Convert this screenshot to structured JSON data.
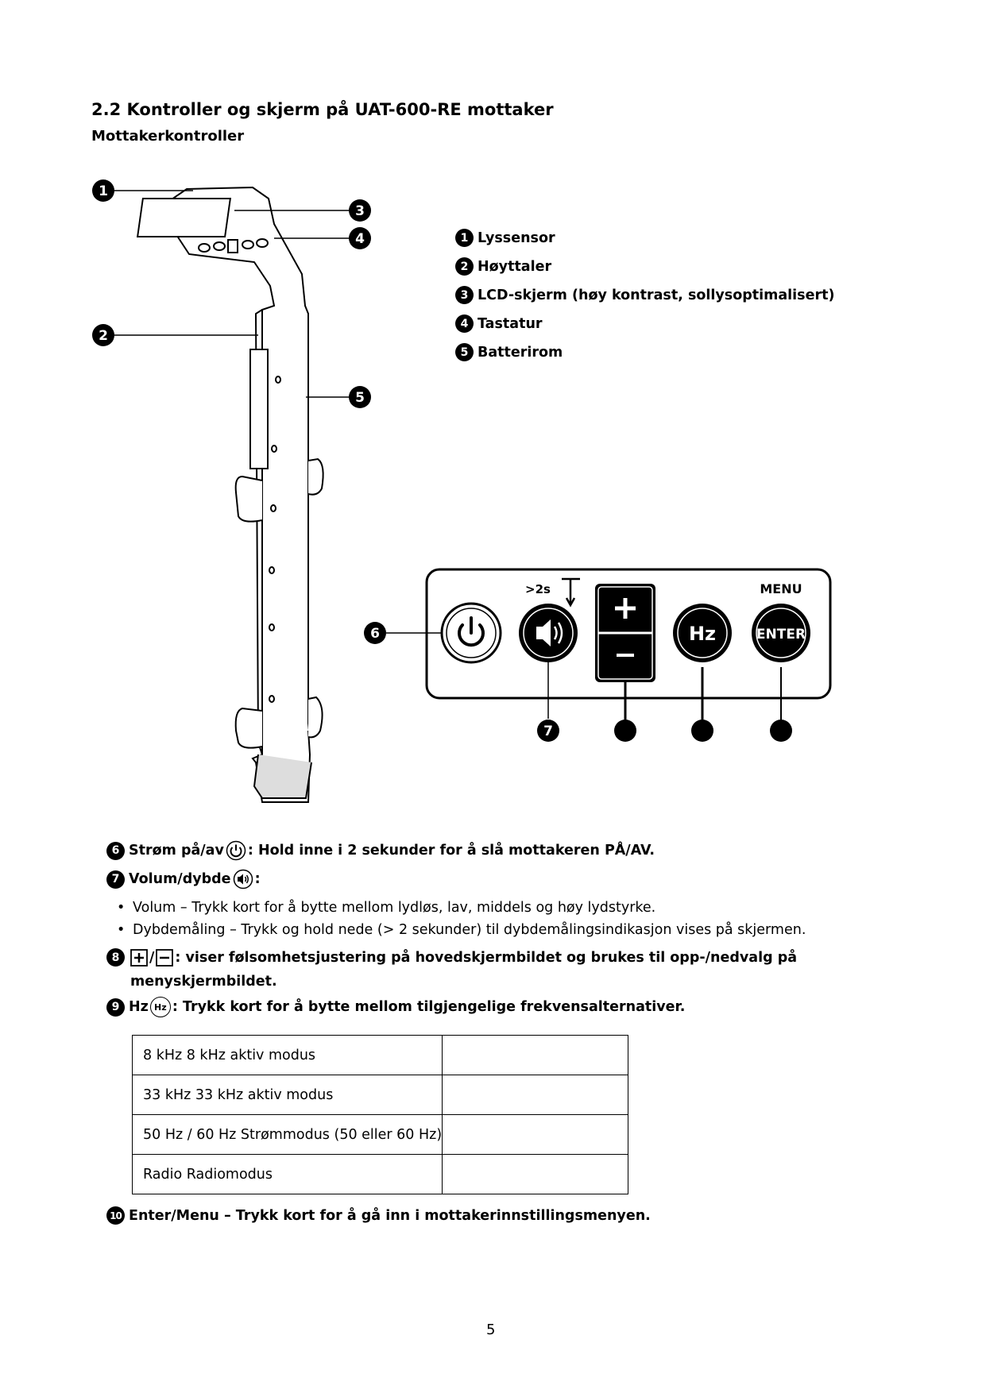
{
  "heading": "2.2 Kontroller og skjerm på UAT-600-RE mottaker",
  "subheading": "Mottakerkontroller",
  "callout_numbers": [
    "1",
    "2",
    "3",
    "4",
    "5",
    "6",
    "7"
  ],
  "legend": [
    {
      "num": "1",
      "label": "Lyssensor"
    },
    {
      "num": "2",
      "label": "Høyttaler"
    },
    {
      "num": "3",
      "label": "LCD-skjerm (høy kontrast, sollysoptimalisert)"
    },
    {
      "num": "4",
      "label": "Tastatur"
    },
    {
      "num": "5",
      "label": "Batterirom"
    }
  ],
  "keypad": {
    "long_press_label": ">2s",
    "menu_label": "MENU",
    "hz_label": "Hz",
    "enter_label": "ENTER"
  },
  "items": {
    "power": {
      "num": "6",
      "title": "Strøm på/av",
      "text": ": Hold inne i 2 sekunder for å slå mottakeren PÅ/AV."
    },
    "volume": {
      "num": "7",
      "title": "Volum/dybde",
      "text": ":"
    },
    "bullets": [
      "Volum – Trykk kort for å bytte mellom lydløs, lav, middels og høy lydstyrke.",
      "Dybdemåling – Trykk og hold nede (> 2 sekunder) til dybdemålingsindikasjon vises på skjermen."
    ],
    "sens": {
      "num": "8",
      "sep": "/",
      "text": ": viser følsomhetsjustering på hovedskjermbildet og brukes til opp-/nedvalg på",
      "text2": "menyskjermbildet."
    },
    "hz": {
      "num": "9",
      "title": "Hz",
      "icon_label": "Hz",
      "text": ": Trykk kort for å bytte mellom tilgjengelige frekvensalternativer."
    },
    "enter": {
      "num": "10",
      "title": "Enter/Menu",
      "text": " – Trykk kort for å gå inn i mottakerinnstillingsmenyen."
    }
  },
  "freq_table": [
    [
      "8 kHz 8 kHz aktiv modus",
      ""
    ],
    [
      "33 kHz 33 kHz aktiv modus",
      ""
    ],
    [
      "50 Hz / 60 Hz Strømmodus (50 eller 60 Hz)",
      ""
    ],
    [
      "Radio Radiomodus",
      ""
    ]
  ],
  "page_number": "5"
}
